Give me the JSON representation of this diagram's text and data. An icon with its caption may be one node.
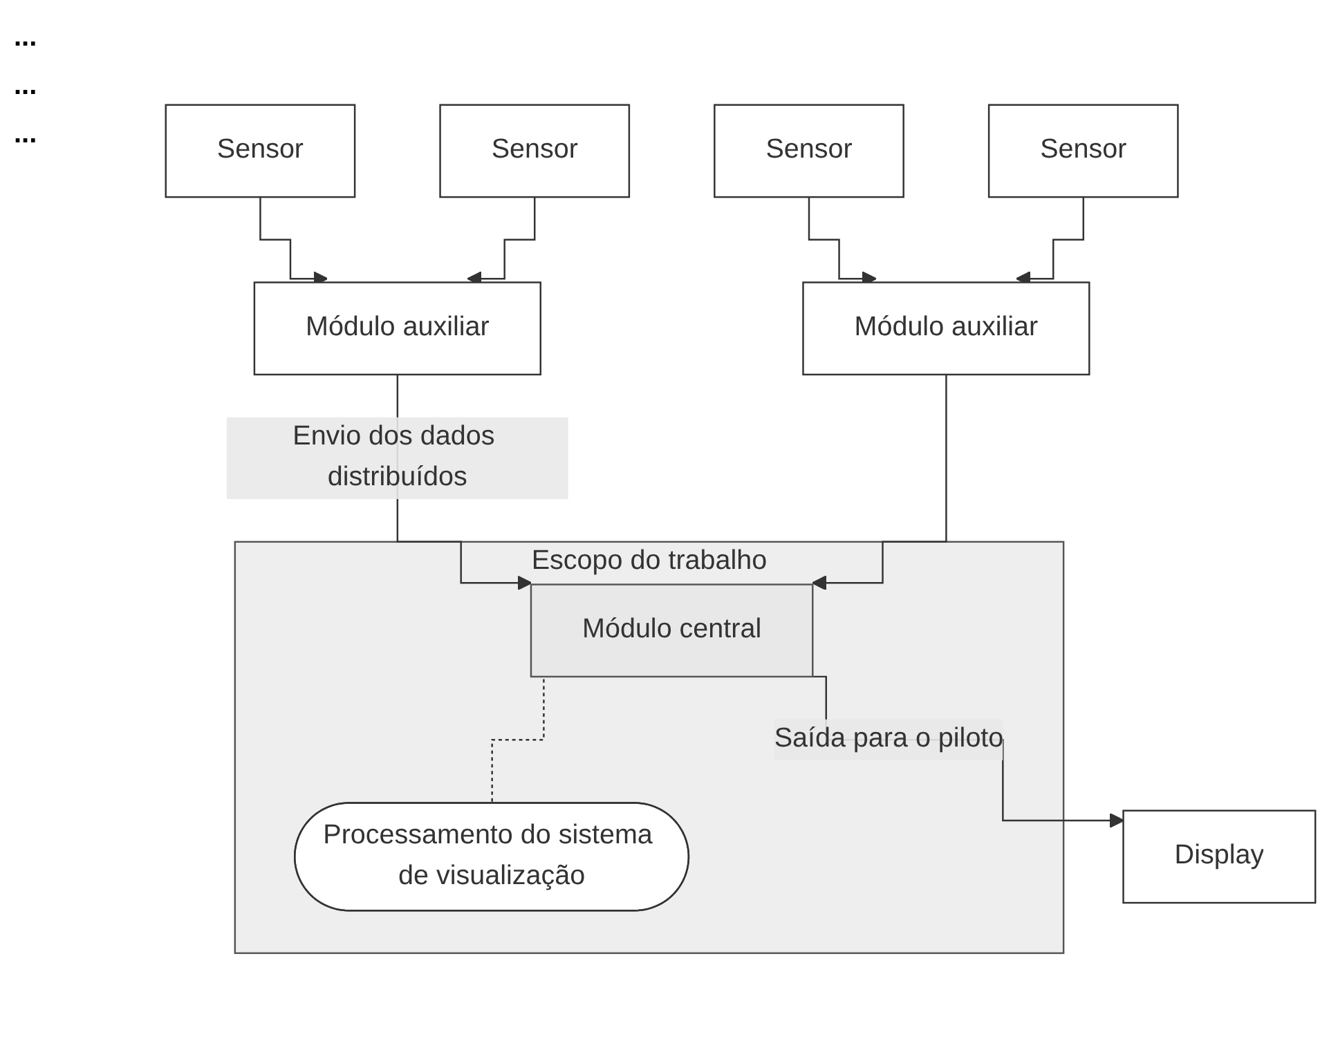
{
  "diagram": {
    "nodes": [
      {
        "text": [
          "Sensor"
        ]
      },
      {
        "text": [
          "Sensor"
        ]
      },
      {
        "text": [
          "Sensor"
        ]
      },
      {
        "text": [
          "Sensor"
        ]
      },
      {
        "text": [
          "Módulo auxiliar"
        ]
      },
      {
        "text": [
          "Módulo auxiliar"
        ]
      },
      {
        "text": [
          "Escopo do trabalho"
        ]
      },
      {
        "text": [
          "Módulo central"
        ],
        "in": 6
      },
      {
        "text": [
          "Processamento do sistema de visualização"
        ],
        "in": 6
      },
      {
        "text": [
          "Display"
        ]
      }
    ],
    "edges": [
      {
        "from": 0,
        "to": 4,
        "arrow": "to"
      },
      {
        "from": 1,
        "to": 4,
        "arrow": "to"
      },
      {
        "from": 2,
        "to": 5,
        "arrow": "to"
      },
      {
        "from": 3,
        "to": 5,
        "arrow": "to"
      },
      {
        "from": 4,
        "to": 7,
        "arrow": "to",
        "label": "Envio dos dados distribuídos"
      },
      {
        "from": 5,
        "to": 7,
        "arrow": "to"
      },
      {
        "from": 7,
        "to": 8,
        "arrow": "none",
        "style": "dashed"
      },
      {
        "from": 7,
        "to": 9,
        "arrow": "to",
        "label": "Saída para o piloto"
      }
    ],
    "labels": [
      "...",
      "...",
      "..."
    ]
  }
}
